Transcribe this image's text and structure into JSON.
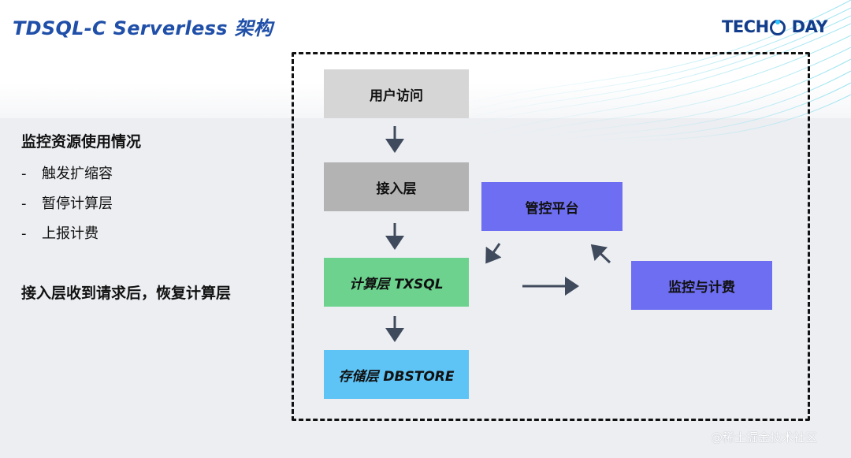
{
  "header": {
    "title": "TDSQL-C Serverless 架构",
    "logo_part1": "TECH",
    "logo_part2": "DAY"
  },
  "left_panel": {
    "heading": "监控资源使用情况",
    "bullets": [
      {
        "dash": "-",
        "text": "触发扩缩容"
      },
      {
        "dash": "-",
        "text": "暂停计算层"
      },
      {
        "dash": "-",
        "text": "上报计费"
      }
    ],
    "note": "接入层收到请求后，恢复计算层"
  },
  "diagram": {
    "nodes": {
      "user_access": "用户访问",
      "access_layer": "接入层",
      "compute_layer": "计算层 TXSQL",
      "storage_layer": "存储层 DBSTORE",
      "control_platform": "管控平台",
      "monitor_billing": "监控与计费"
    },
    "colors": {
      "user_access": "#d6d6d6",
      "access_layer": "#b3b3b3",
      "compute_layer": "#6cd28e",
      "storage_layer": "#5ec3f5",
      "control_platform": "#6e6ef2",
      "monitor_billing": "#6e6ef2",
      "arrow": "#3f4a5c",
      "title": "#1f4fa8"
    }
  },
  "watermark": "@稀土掘金技术社区"
}
